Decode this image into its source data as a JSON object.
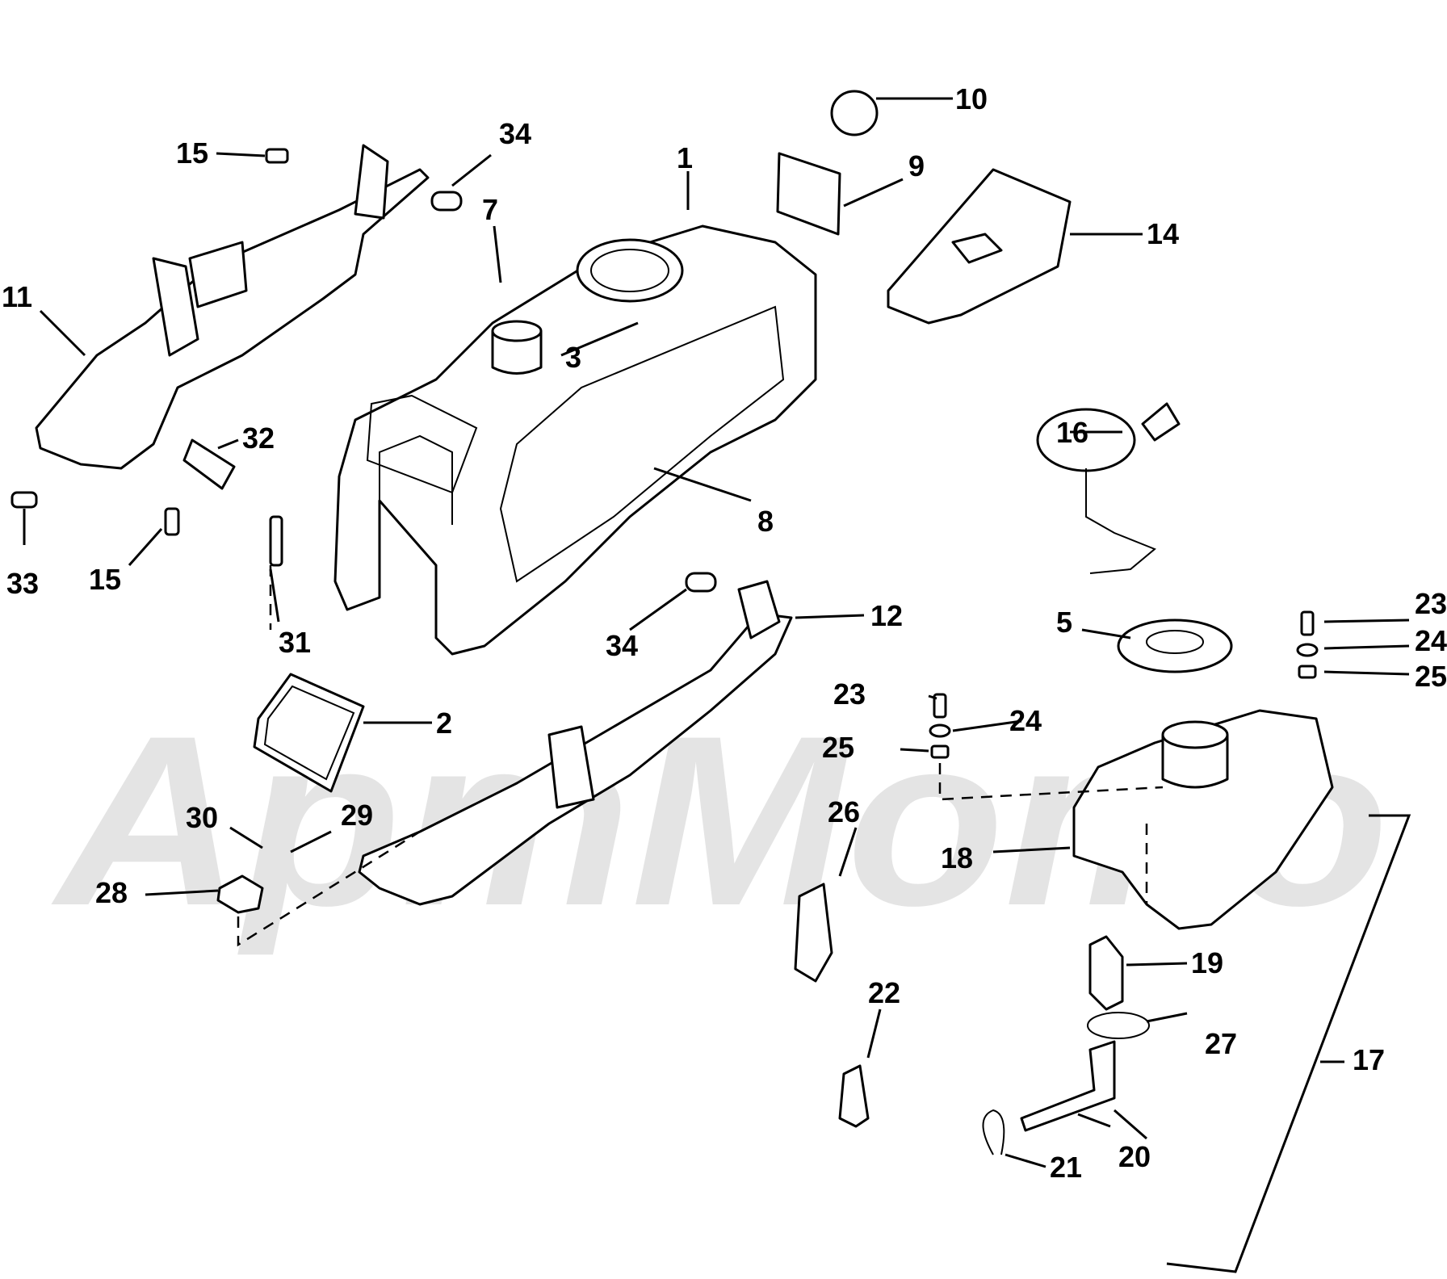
{
  "watermark": {
    "text": "АртМото"
  },
  "callouts": [
    "1",
    "2",
    "3",
    "5",
    "7",
    "8",
    "9",
    "10",
    "11",
    "12",
    "14",
    "15",
    "15",
    "16",
    "17",
    "18",
    "19",
    "20",
    "21",
    "22",
    "23",
    "23",
    "24",
    "24",
    "25",
    "25",
    "26",
    "27",
    "28",
    "29",
    "30",
    "31",
    "32",
    "33",
    "34",
    "34"
  ]
}
